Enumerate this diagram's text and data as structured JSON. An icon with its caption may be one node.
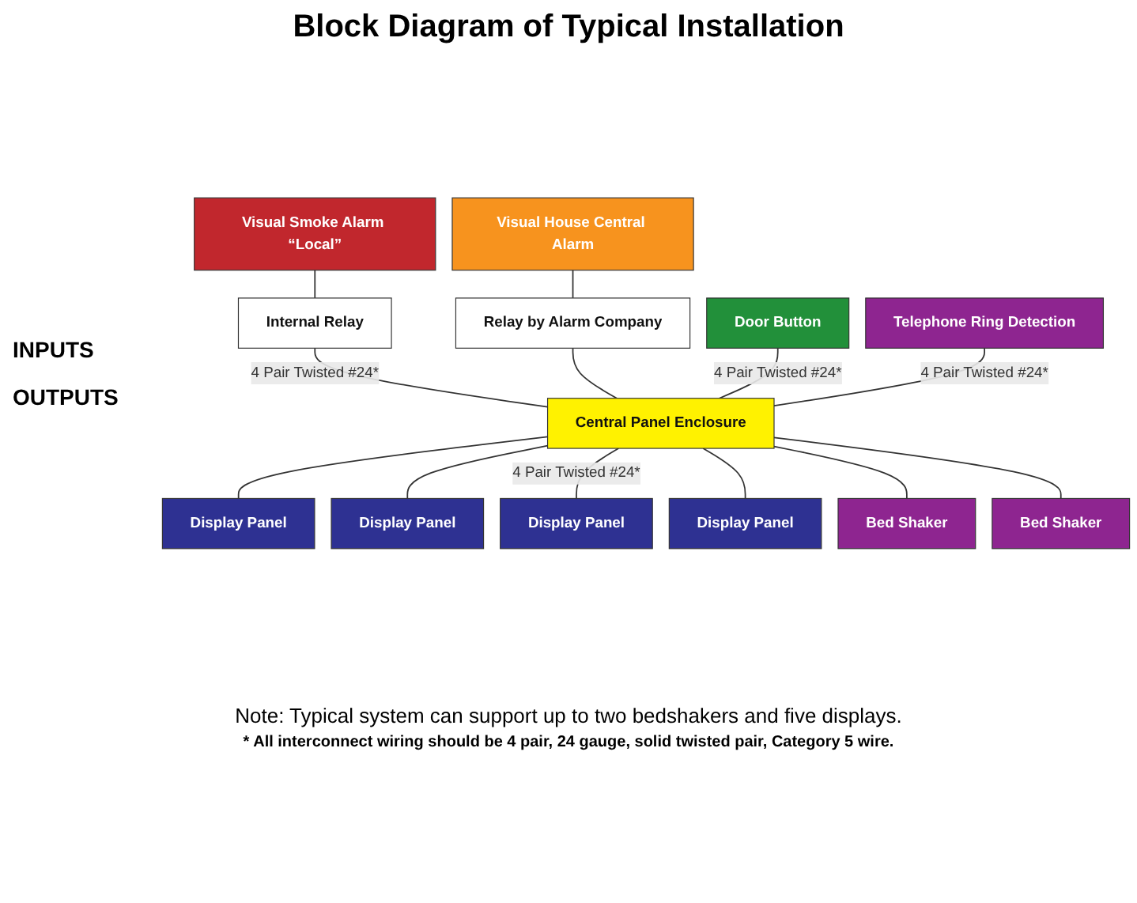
{
  "diagram": {
    "title": "Block Diagram of Typical Installation",
    "nodes": [
      {
        "text": [
          "Visual House Central Alarm"
        ]
      },
      {
        "text": [
          "Visual Smoke Alarm “Local”"
        ]
      },
      {
        "text": [
          "Door Button"
        ]
      },
      {
        "text": [
          "Telephone Ring Detection"
        ]
      },
      {
        "text": [
          "Relay by Alarm Company"
        ]
      },
      {
        "text": [
          "Internal Relay"
        ]
      },
      {
        "text": [
          "Central Panel Enclosure"
        ]
      },
      {
        "text": [
          "Bed Shaker"
        ]
      },
      {
        "text": [
          "Bed Shaker"
        ]
      },
      {
        "text": [
          "Display Panel"
        ]
      },
      {
        "text": [
          "Display Panel"
        ]
      },
      {
        "text": [
          "Display Panel"
        ]
      },
      {
        "text": [
          "Display Panel"
        ]
      }
    ],
    "edges": [
      {
        "from": 1,
        "to": 5,
        "arrow": "none"
      },
      {
        "from": 5,
        "to": 6,
        "arrow": "none",
        "label": "4 Pair Twisted #24*"
      },
      {
        "from": 0,
        "to": 4,
        "arrow": "none"
      },
      {
        "from": 4,
        "to": 6,
        "arrow": "none"
      },
      {
        "from": 2,
        "to": 6,
        "arrow": "none",
        "label": "4 Pair Twisted #24*"
      },
      {
        "from": 3,
        "to": 6,
        "arrow": "none",
        "label": "4 Pair Twisted #24*"
      },
      {
        "from": 6,
        "to": 9,
        "arrow": "none"
      },
      {
        "from": 6,
        "to": 10,
        "arrow": "none"
      },
      {
        "from": 6,
        "to": 11,
        "arrow": "none",
        "label": "4 Pair Twisted #24*"
      },
      {
        "from": 6,
        "to": 12,
        "arrow": "none"
      },
      {
        "from": 6,
        "to": 7,
        "arrow": "none"
      },
      {
        "from": 6,
        "to": 8,
        "arrow": "none"
      }
    ],
    "labels": [
      "INPUTS",
      "OUTPUTS",
      "Note: Typical system can support up to two bedshakers and five displays.",
      "* All interconnect wiring should be 4 pair, 24 gauge, solid twisted pair, Category 5 wire."
    ]
  }
}
